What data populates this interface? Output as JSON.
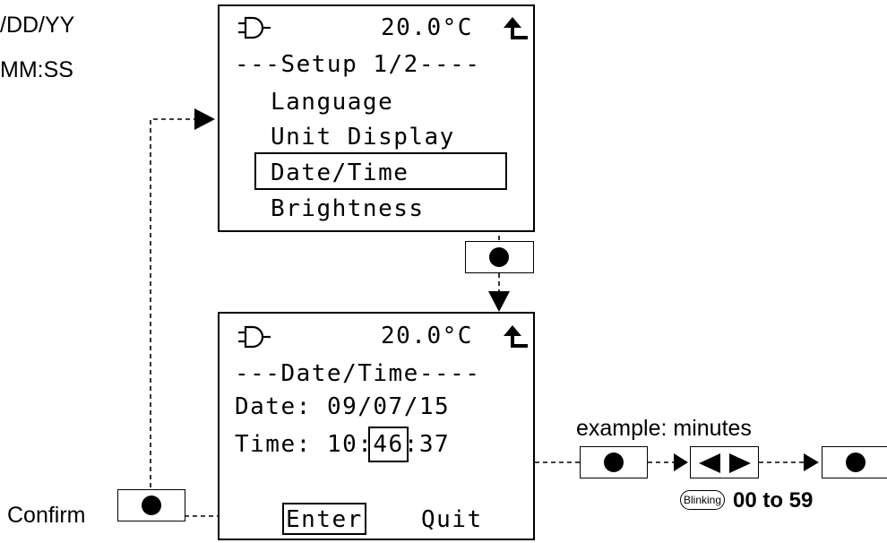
{
  "side_notes": {
    "line1": "/DD/YY",
    "line2": "MM:SS"
  },
  "screen1": {
    "temperature": "20.0°C",
    "title": "---Setup 1/2----",
    "items": [
      "Language",
      "Unit Display",
      "Date/Time",
      "Brightness"
    ],
    "selected_index": 2
  },
  "screen2": {
    "temperature": "20.0°C",
    "title": "---Date/Time----",
    "date_label": "Date:",
    "date_value": "09/07/15",
    "time_label": "Time:",
    "time_hour": "10:",
    "time_minute": "46",
    "time_second": ":37",
    "enter_label": "Enter",
    "quit_label": "Quit"
  },
  "confirm_label": "Confirm",
  "example_label": "example: minutes",
  "blinking_label": "Blinking",
  "range_label": "00 to 59",
  "icons": {
    "power": "plug-icon",
    "return": "return-arrow-icon",
    "ok_button": "filled-circle",
    "left": "left-triangle",
    "right": "right-triangle"
  }
}
